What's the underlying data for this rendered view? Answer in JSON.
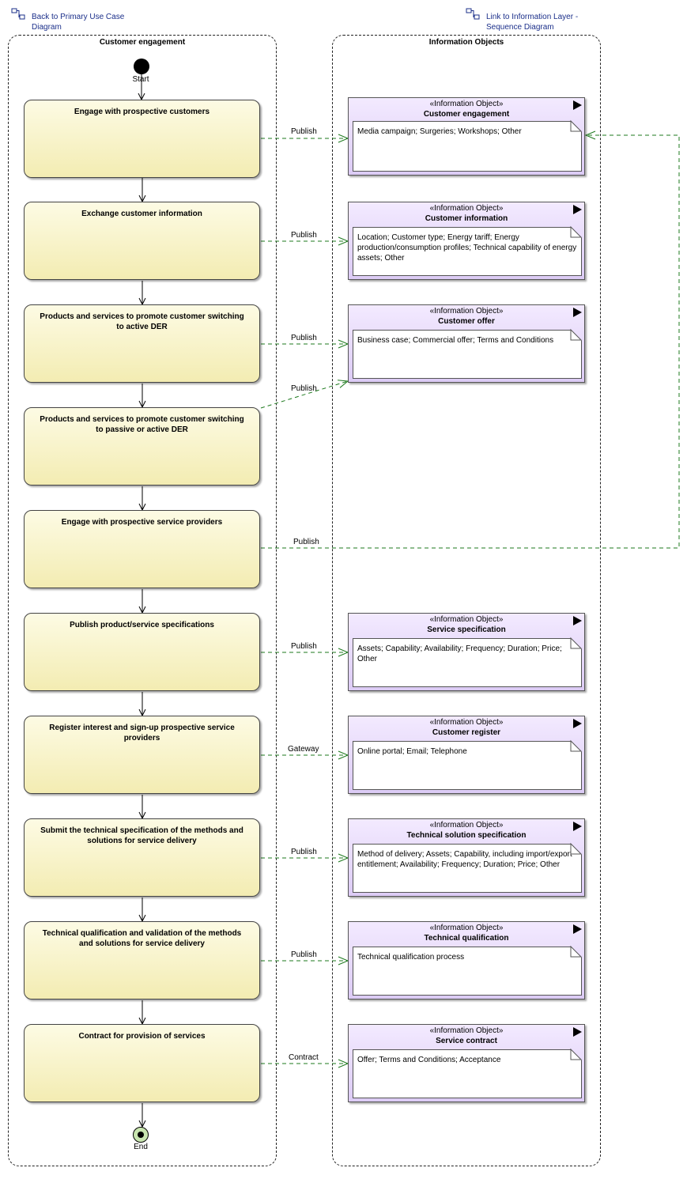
{
  "nav": {
    "back_link": "Back to Primary Use Case Diagram",
    "info_link": "Link to Information Layer - Sequence Diagram"
  },
  "lanes": {
    "left_title": "Customer engagement",
    "right_title": "Information Objects"
  },
  "nodes": {
    "start": "Start",
    "end": "End"
  },
  "activities": [
    "Engage with prospective customers",
    "Exchange customer information",
    "Products and services to promote customer switching to active DER",
    "Products and services to promote customer switching to passive or active DER",
    "Engage with prospective service providers",
    "Publish product/service specifications",
    "Register interest and sign-up prospective service providers",
    "Submit the technical specification of the methods and solutions for service delivery",
    "Technical qualification and validation of the methods and solutions for service delivery",
    "Contract for provision of services"
  ],
  "info_objects": [
    {
      "stereotype": "«Information Object»",
      "name": "Customer engagement",
      "note": "Media campaign; Surgeries; Workshops; Other"
    },
    {
      "stereotype": "«Information Object»",
      "name": "Customer information",
      "note": "Location; Customer type; Energy tariff; Energy production/consumption profiles; Technical capability of energy assets; Other"
    },
    {
      "stereotype": "«Information Object»",
      "name": "Customer offer",
      "note": "Business case; Commercial offer; Terms and Conditions"
    },
    {
      "stereotype": "«Information Object»",
      "name": "Service specification",
      "note": "Assets; Capability; Availability; Frequency; Duration; Price; Other"
    },
    {
      "stereotype": "«Information Object»",
      "name": "Customer register",
      "note": "Online portal; Email; Telephone"
    },
    {
      "stereotype": "«Information Object»",
      "name": "Technical solution specification",
      "note": "Method of delivery; Assets; Capability, including import/export entitlement; Availability; Frequency; Duration; Price; Other"
    },
    {
      "stereotype": "«Information Object»",
      "name": "Technical qualification",
      "note": "Technical qualification process"
    },
    {
      "stereotype": "«Information Object»",
      "name": "Service contract",
      "note": "Offer; Terms and Conditions; Acceptance"
    }
  ],
  "edge_labels": [
    "Publish",
    "Publish",
    "Publish",
    "Publish",
    "Publish",
    "Publish",
    "Gateway",
    "Publish",
    "Publish",
    "Contract"
  ],
  "colors": {
    "activity_fill": "#f3ecb2",
    "info_object_fill": "#dccbf5",
    "flow_line": "#1e7a1e",
    "link_text": "#1b2f8a",
    "end_node_fill": "#c9e6b0"
  }
}
